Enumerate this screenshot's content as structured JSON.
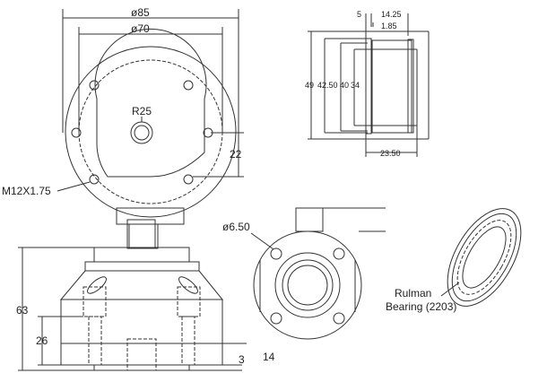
{
  "top_view": {
    "outer_dia": "ø85",
    "bolt_circle_dia": "ø70",
    "radius": "R25",
    "offset": "22",
    "thread": "M12X1.75"
  },
  "section_view": {
    "d1": "5",
    "d2": "14.25",
    "d3": "1.85",
    "h1": "49",
    "h2": "42.50",
    "h3": "40",
    "h4": "34",
    "width": "23.50"
  },
  "front_view": {
    "hole_dia": "ø6.50"
  },
  "bearing": {
    "label_line1": "Rulman",
    "label_line2": "Bearing (2203)"
  },
  "side_view": {
    "total_height": "63",
    "lower_height": "26",
    "base_thickness": "3",
    "base_height": "14"
  }
}
